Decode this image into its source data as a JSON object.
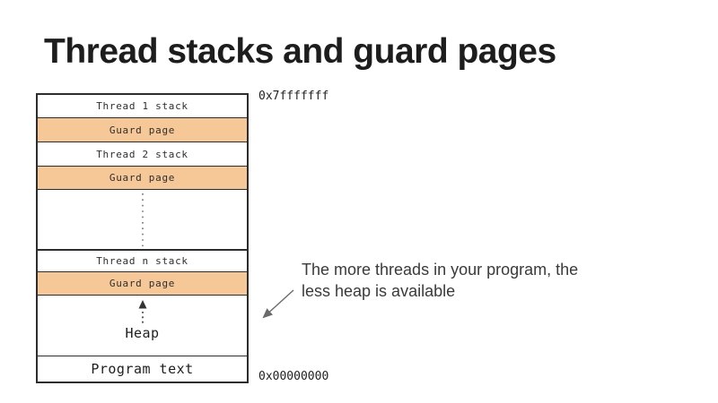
{
  "title": "Thread stacks and guard pages",
  "colors": {
    "background": "#ffffff",
    "guard_page": "#f6c898",
    "border": "#2d2d2d",
    "annotation_text": "#3a3a3a",
    "arrow": "#6b6b6b"
  },
  "addresses": {
    "top": "0x7fffffff",
    "bottom": "0x00000000"
  },
  "diagram": {
    "sections": [
      {
        "id": "thread1-stack",
        "label": "Thread 1 stack",
        "type": "stack"
      },
      {
        "id": "guard-page-1",
        "label": "Guard page",
        "type": "guard"
      },
      {
        "id": "thread2-stack",
        "label": "Thread 2 stack",
        "type": "stack"
      },
      {
        "id": "guard-page-2",
        "label": "Guard page",
        "type": "guard"
      },
      {
        "id": "ellipsis-gap",
        "label": "",
        "type": "ellipsis"
      },
      {
        "id": "thread-n-stack",
        "label": "Thread n stack",
        "type": "stack"
      },
      {
        "id": "guard-page-3",
        "label": "Guard page",
        "type": "guard"
      },
      {
        "id": "heap",
        "label": "Heap",
        "type": "heap"
      },
      {
        "id": "program-text",
        "label": "Program text",
        "type": "program"
      }
    ]
  },
  "annotation": {
    "line1": "The more threads in your program, the",
    "line2": "less heap is available"
  }
}
